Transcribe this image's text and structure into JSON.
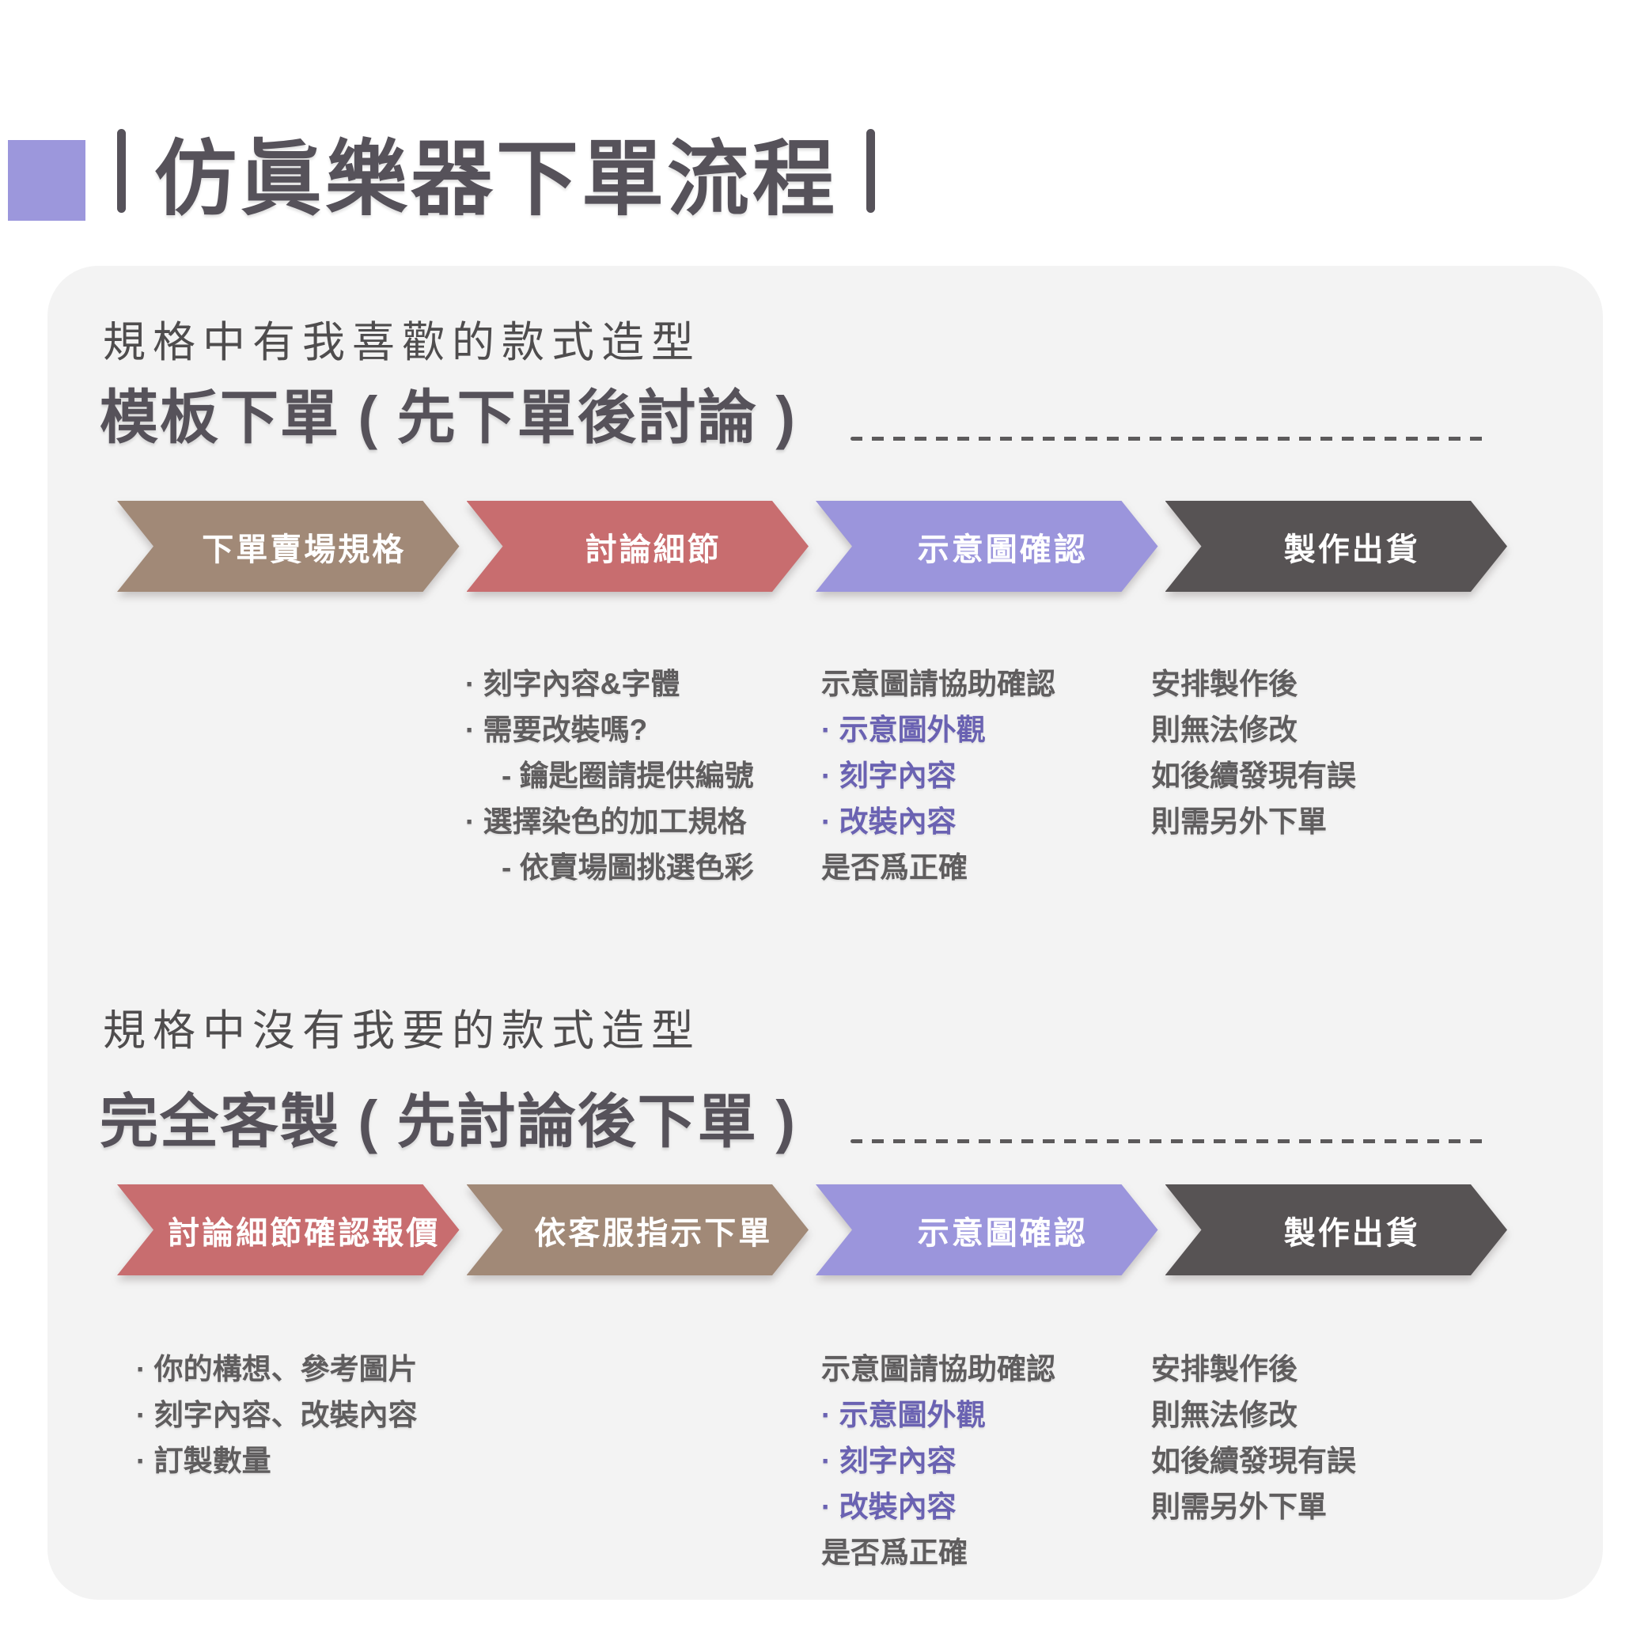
{
  "colors": {
    "square": "#9c97dc",
    "heading": "#56525a",
    "card": "#f3f3f3",
    "handwritten": "#4f4d4e",
    "dash": "#5c5a5b",
    "body": "#5f5d5e",
    "accent": "#6a62b2",
    "brown": "#a18977",
    "red": "#c86d6f",
    "purple": "#9b95dc",
    "dark": "#575354"
  },
  "header": {
    "title": "仿眞樂器下單流程"
  },
  "sections": [
    {
      "handwritten": "規格中有我喜歡的款式造型",
      "title": "模板下單 ( 先下單後討論 )",
      "steps": [
        {
          "label": "下單賣場規格",
          "color": "brown"
        },
        {
          "label": "討論細節",
          "color": "red"
        },
        {
          "label": "示意圖確認",
          "color": "purple"
        },
        {
          "label": "製作出貨",
          "color": "dark"
        }
      ],
      "columns": {
        "discuss": {
          "items": [
            "· 刻字內容&字體",
            "· 需要改裝嗎?",
            "- 鑰匙圈請提供編號",
            "· 選擇染色的加工規格",
            "- 依賣場圖挑選色彩"
          ]
        },
        "mockup": {
          "intro": "示意圖請協助確認",
          "items": [
            "· 示意圖外觀",
            "· 刻字內容",
            "· 改裝內容"
          ],
          "outro": "是否爲正確"
        },
        "production": {
          "lines": [
            "安排製作後",
            "則無法修改",
            "如後續發現有誤",
            "則需另外下單"
          ]
        }
      }
    },
    {
      "handwritten": "規格中沒有我要的款式造型",
      "title": "完全客製 ( 先討論後下單 )",
      "steps": [
        {
          "label": "討論細節確認報價",
          "color": "red"
        },
        {
          "label": "依客服指示下單",
          "color": "brown"
        },
        {
          "label": "示意圖確認",
          "color": "purple"
        },
        {
          "label": "製作出貨",
          "color": "dark"
        }
      ],
      "columns": {
        "provide": {
          "items": [
            "· 你的構想、參考圖片",
            "· 刻字內容、改裝內容",
            "· 訂製數量"
          ]
        },
        "mockup": {
          "intro": "示意圖請協助確認",
          "items": [
            "· 示意圖外觀",
            "· 刻字內容",
            "· 改裝內容"
          ],
          "outro": "是否爲正確"
        },
        "production": {
          "lines": [
            "安排製作後",
            "則無法修改",
            "如後續發現有誤",
            "則需另外下單"
          ]
        }
      }
    }
  ]
}
